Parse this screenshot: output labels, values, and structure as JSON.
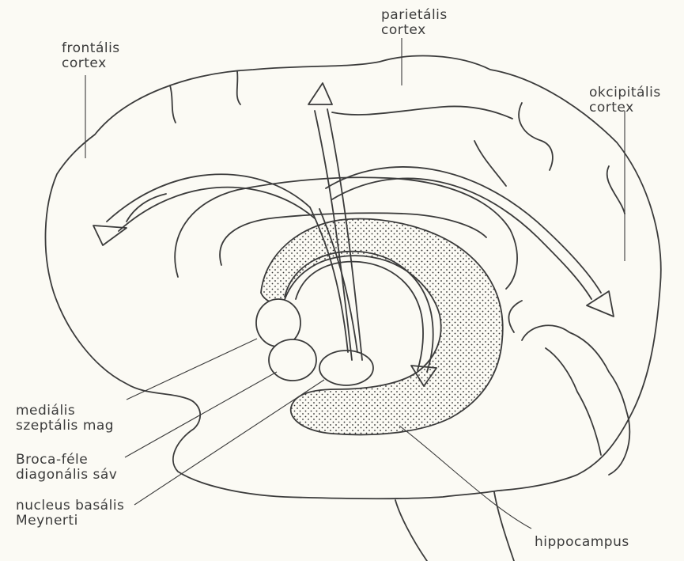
{
  "labels": {
    "frontal": {
      "line1": "frontális",
      "line2": "cortex"
    },
    "parietal": {
      "line1": "parietális",
      "line2": "cortex"
    },
    "occipital": {
      "line1": "okcipitális",
      "line2": "cortex"
    },
    "medial_septal": {
      "line1": "mediális",
      "line2": "szeptális mag"
    },
    "broca": {
      "line1": "Broca-féle",
      "line2": "diagonális sáv"
    },
    "basalis": {
      "line1": "nucleus basális",
      "line2": "Meynerti"
    },
    "hippocampus": "hippocampus"
  },
  "colors": {
    "background": "#fbfaf4",
    "ink": "#3b3b3b",
    "stipple": "#2f2f2f"
  }
}
